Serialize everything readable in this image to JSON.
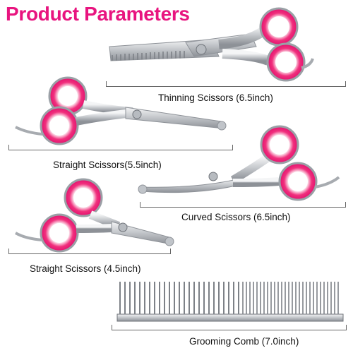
{
  "title": "Product Parameters",
  "colors": {
    "accent": "#e8147f",
    "ring_pink": "#f24a8c",
    "ring_light": "#fbd0e0",
    "steel": "#c9ccd0",
    "steel_dark": "#8e9298",
    "caption": "#111111"
  },
  "items": [
    {
      "label": "Thinning Scissors (6.5inch)"
    },
    {
      "label": "Straight Scissors(5.5inch)"
    },
    {
      "label": "Curved Scissors (6.5inch)"
    },
    {
      "label": "Straight Scissors (4.5inch)"
    },
    {
      "label": "Grooming Comb (7.0inch)"
    }
  ]
}
